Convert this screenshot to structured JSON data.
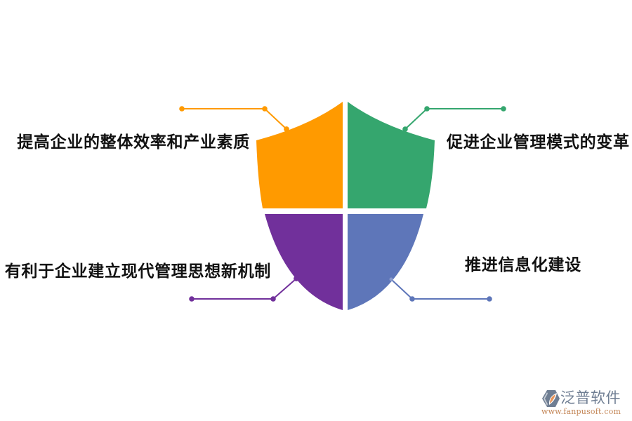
{
  "diagram": {
    "type": "shield-quadrant-infographic",
    "items": [
      {
        "position": "top-left",
        "label": "提高企业的整体效率和产业素质",
        "color": "#FF9A00"
      },
      {
        "position": "top-right",
        "label": "促进企业管理模式的变革",
        "color": "#35A66E"
      },
      {
        "position": "bottom-left",
        "label": "有利于企业建立现代管理思想新机制",
        "color": "#71309B"
      },
      {
        "position": "bottom-right",
        "label": "推进信息化建设",
        "color": "#5E76B9"
      }
    ],
    "text_color": "#111111",
    "background": "#FFFFFF"
  },
  "logo": {
    "icon": "fanpu-hexagon-leaf-icon",
    "name": "泛普软件",
    "url": "www.fanpusoft.com",
    "name_color": "#6F7E93",
    "url_color": "#C48758",
    "icon_colors": {
      "hexagon": "#6F7E93",
      "leaf": "#E8955A"
    }
  }
}
